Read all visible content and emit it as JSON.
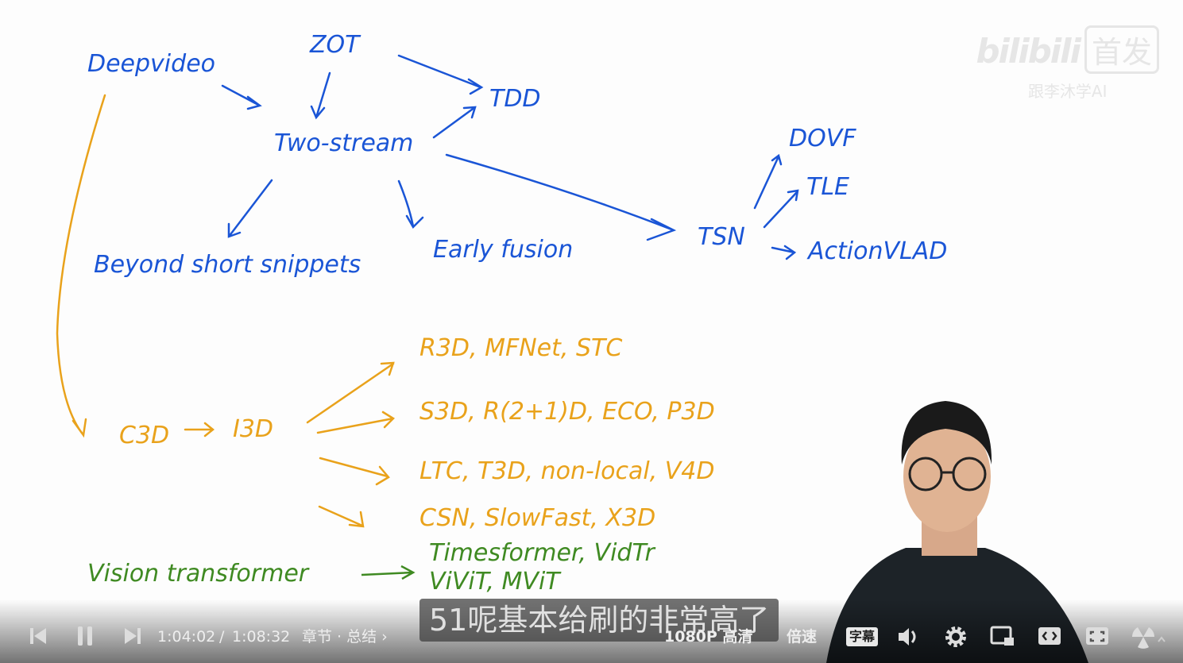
{
  "watermark": {
    "logo": "bilibili",
    "badge": "首发",
    "channel": "跟李沐学AI"
  },
  "diagram": {
    "blue": {
      "deepvideo": "Deepvideo",
      "zot": "ZOT",
      "tdd": "TDD",
      "two_stream": "Two-stream",
      "dovf": "DOVF",
      "tle": "TLE",
      "tsn": "TSN",
      "actionvlad": "ActionVLAD",
      "beyond": "Beyond short snippets",
      "early_fusion": "Early fusion"
    },
    "orange": {
      "c3d": "C3D",
      "i3d": "I3D",
      "row1": "R3D, MFNet, STC",
      "row2": "S3D, R(2+1)D, ECO, P3D",
      "row3": "LTC, T3D, non-local, V4D",
      "row4": "CSN, SlowFast, X3D"
    },
    "green": {
      "timesformer": "Timesformer, VidTr",
      "vivit": "ViViT, MViT",
      "vision_transformer": "Vision transformer"
    }
  },
  "subtitle": "51呢基本给刷的非常高了",
  "controls": {
    "current_time": "1:04:02",
    "separator": "/",
    "total_time": "1:08:32",
    "chapter": "章节 · 总结 ›",
    "quality": "1080P 高清",
    "speed": "倍速",
    "captions": "字幕"
  },
  "colors": {
    "blue": "#1a55d6",
    "orange": "#e9a21b",
    "green": "#3f8a22"
  }
}
